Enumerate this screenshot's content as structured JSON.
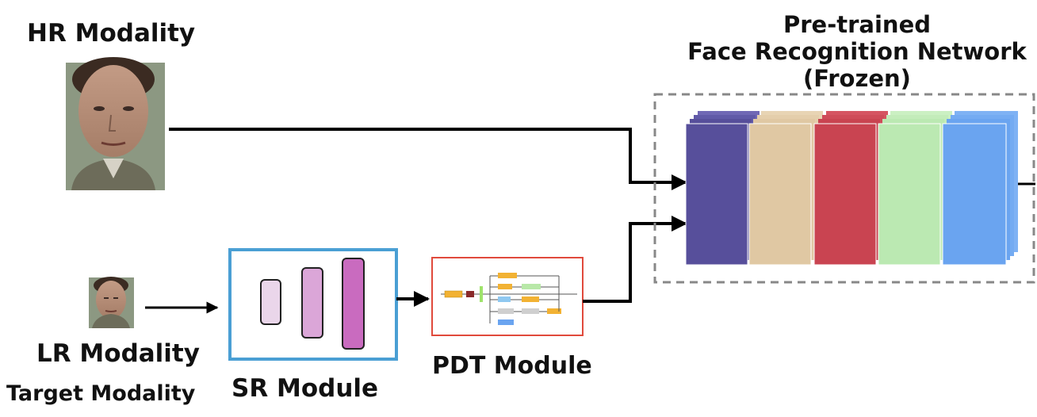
{
  "hr": {
    "label": "HR Modality"
  },
  "lr": {
    "label": "LR Modality",
    "sublabel": "Target Modality"
  },
  "sr": {
    "label": "SR Module"
  },
  "pdt": {
    "label": "PDT Module"
  },
  "frn": {
    "line1": "Pre-trained",
    "line2": "Face Recognition Network",
    "line3": "(Frozen)"
  },
  "colors": {
    "sr_box": "#4a9fd4",
    "pdt_box": "#e04a3c",
    "sr_layers": [
      "#ead6ea",
      "#dba6d8",
      "#c96bbf"
    ],
    "frn_layers": [
      "#574f9b",
      "#e0c8a3",
      "#c94451",
      "#bbe9b2",
      "#6aa4f0"
    ]
  }
}
